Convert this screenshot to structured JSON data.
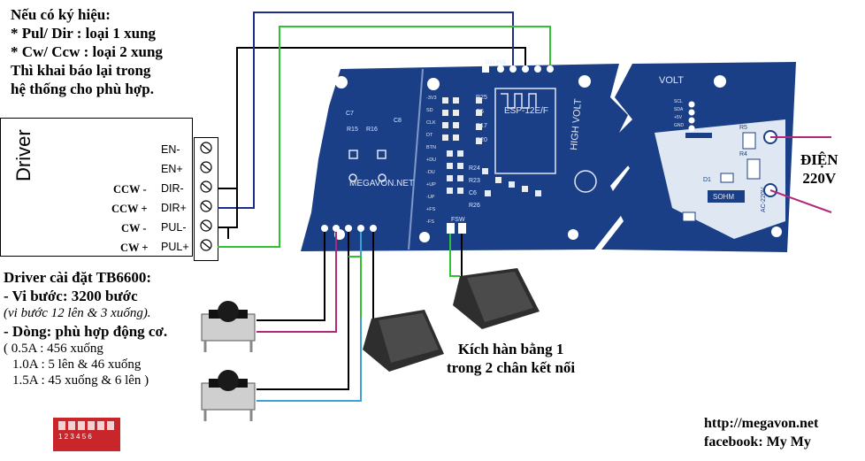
{
  "top_note": {
    "line1": "Nếu có ký hiệu:",
    "line2": "* Pul/ Dir : loại 1 xung",
    "line3": "* Cw/ Ccw : loại 2 xung",
    "line4": "Thì khai báo lại trong",
    "line5": "hệ thống cho phù hợp."
  },
  "driver": {
    "title": "Driver",
    "pins": [
      "EN-",
      "EN+",
      "DIR-",
      "DIR+",
      "PUL-",
      "PUL+"
    ],
    "alt_labels": [
      "CCW -",
      "CCW +",
      "CW -",
      "CW +"
    ]
  },
  "driver_setup": {
    "heading": "Driver cài đặt TB6600:",
    "microstep": "- Vi bước: 3200 bước",
    "microstep_note": "(vi bước 12 lên & 3 xuống).",
    "current": "- Dòng: phù hợp động cơ.",
    "opt1": "( 0.5A : 456 xuống",
    "opt2": "1.0A : 5 lên & 46 xuống",
    "opt3": "1.5A : 45 xuống & 6 lên )",
    "dip_numbers": "1 2 3 4 5 6"
  },
  "pcb": {
    "brand": "MEGAVON.NET",
    "module": "ESP-12E/F",
    "high_volt": "HIGH VOLT",
    "volt": "VOLT",
    "fsw": "FSW",
    "labels_left": [
      "C7",
      "R15",
      "R16",
      "C8"
    ],
    "labels_mid": [
      "R25",
      "C5",
      "R17",
      "R20",
      "R24",
      "R23",
      "C6",
      "R26"
    ],
    "pin_labels": [
      "-3V3",
      "SD",
      "CLK",
      "DT",
      "BTN",
      "+DU",
      "-DU",
      "+UP",
      "-UP",
      "+FS",
      "-FS"
    ],
    "right_labels": [
      "R5",
      "R4",
      "D1",
      "SOHM",
      "AC-220V",
      "SCL",
      "SDA",
      "+5V",
      "GND"
    ],
    "top_header": "SD1 PUL"
  },
  "power": {
    "line1": "ĐIỆN",
    "line2": "220V"
  },
  "foot_switch_note": {
    "line1": "Kích hàn bằng 1",
    "line2": "trong 2 chân kết nối"
  },
  "footer": {
    "url": "http://megavon.net",
    "facebook": "facebook: My My"
  },
  "colors": {
    "pcb_blue": "#1b3f86",
    "wire_green": "#2fc12f",
    "wire_navy": "#1c2d8c",
    "wire_magenta": "#b0287a",
    "wire_cyan": "#3aa3d6",
    "wire_black": "#000000",
    "dip_red": "#c8262a"
  }
}
